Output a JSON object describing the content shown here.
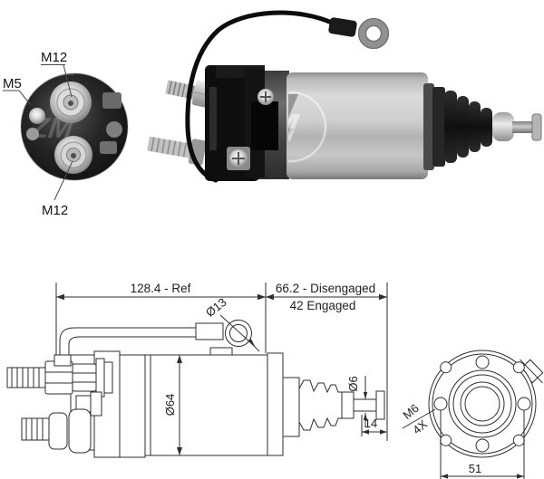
{
  "photo_top": {
    "watermark": "ZM",
    "terminal_labels": {
      "top": "M12",
      "left": "M5",
      "bottom": "M12"
    }
  },
  "dimension_drawing": {
    "length_ref": "128.4 - Ref",
    "length_disengaged": "66.2 - Disengaged",
    "length_engaged": "42 Engaged",
    "eyelet_diameter": "Ø13",
    "body_diameter": "Ø64",
    "pin_diameter": "Ø6",
    "pin_length": "14",
    "mount_view": {
      "thread": "M6",
      "qty": "4X",
      "bolt_spacing": "51"
    }
  },
  "colors": {
    "background": "#ffffff",
    "line": "#2e2e2e",
    "text": "#1f1f1f",
    "cap_black": "#0e0e0e",
    "metal_light": "#d9d9d9",
    "metal_dark": "#8c8c8c"
  }
}
